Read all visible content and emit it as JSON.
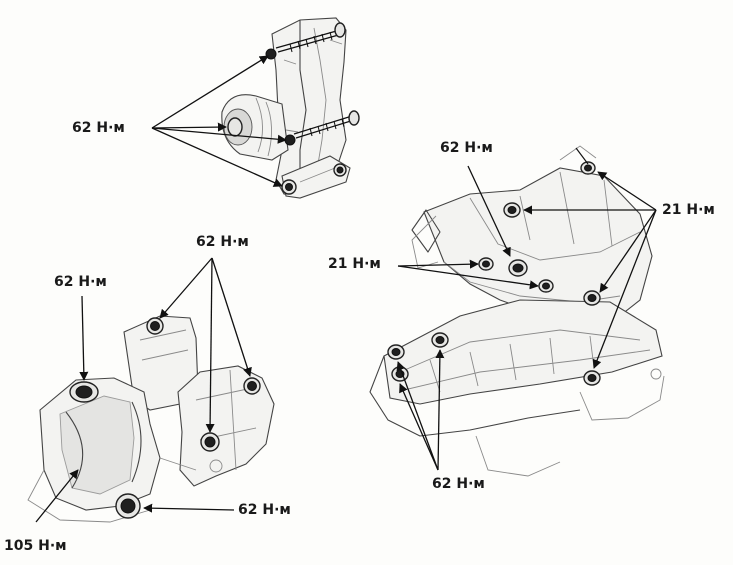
{
  "labels": {
    "top_cluster": "62 Н·м",
    "mid_left_cluster": "62 Н·м",
    "left_single": "62 Н·м",
    "bottom_right_of_mount": "62 Н·м",
    "bottom_left": "105 Н·м",
    "right_top_cluster": "62 Н·м",
    "right_21_left": "21 Н·м",
    "right_21_right": "21 Н·м",
    "right_bottom_cluster": "62 Н·м"
  },
  "colors": {
    "ink": "#1a1a1a",
    "paper": "#fdfdfb"
  }
}
